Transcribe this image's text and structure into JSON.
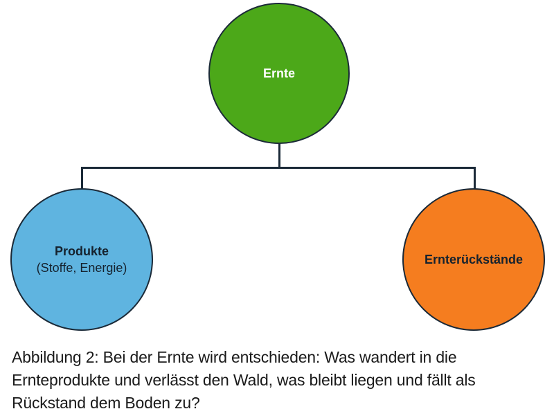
{
  "diagram": {
    "nodes": {
      "ernte": {
        "label": "Ernte",
        "color": "#4ca819"
      },
      "produkte": {
        "label": "Produkte",
        "sublabel": "(Stoffe, Energie)",
        "color": "#5fb4e0"
      },
      "ernterueckstaende": {
        "label": "Ernterückstände",
        "color": "#f57d1f"
      }
    },
    "connector_color": "#1b2a38"
  },
  "caption": {
    "lines": [
      "Abbildung 2: Bei der Ernte wird entschieden: Was wandert in die",
      "Ernteprodukte und verlässt den Wald, was bleibt liegen und fällt als",
      "Rückstand dem Boden zu?"
    ]
  }
}
